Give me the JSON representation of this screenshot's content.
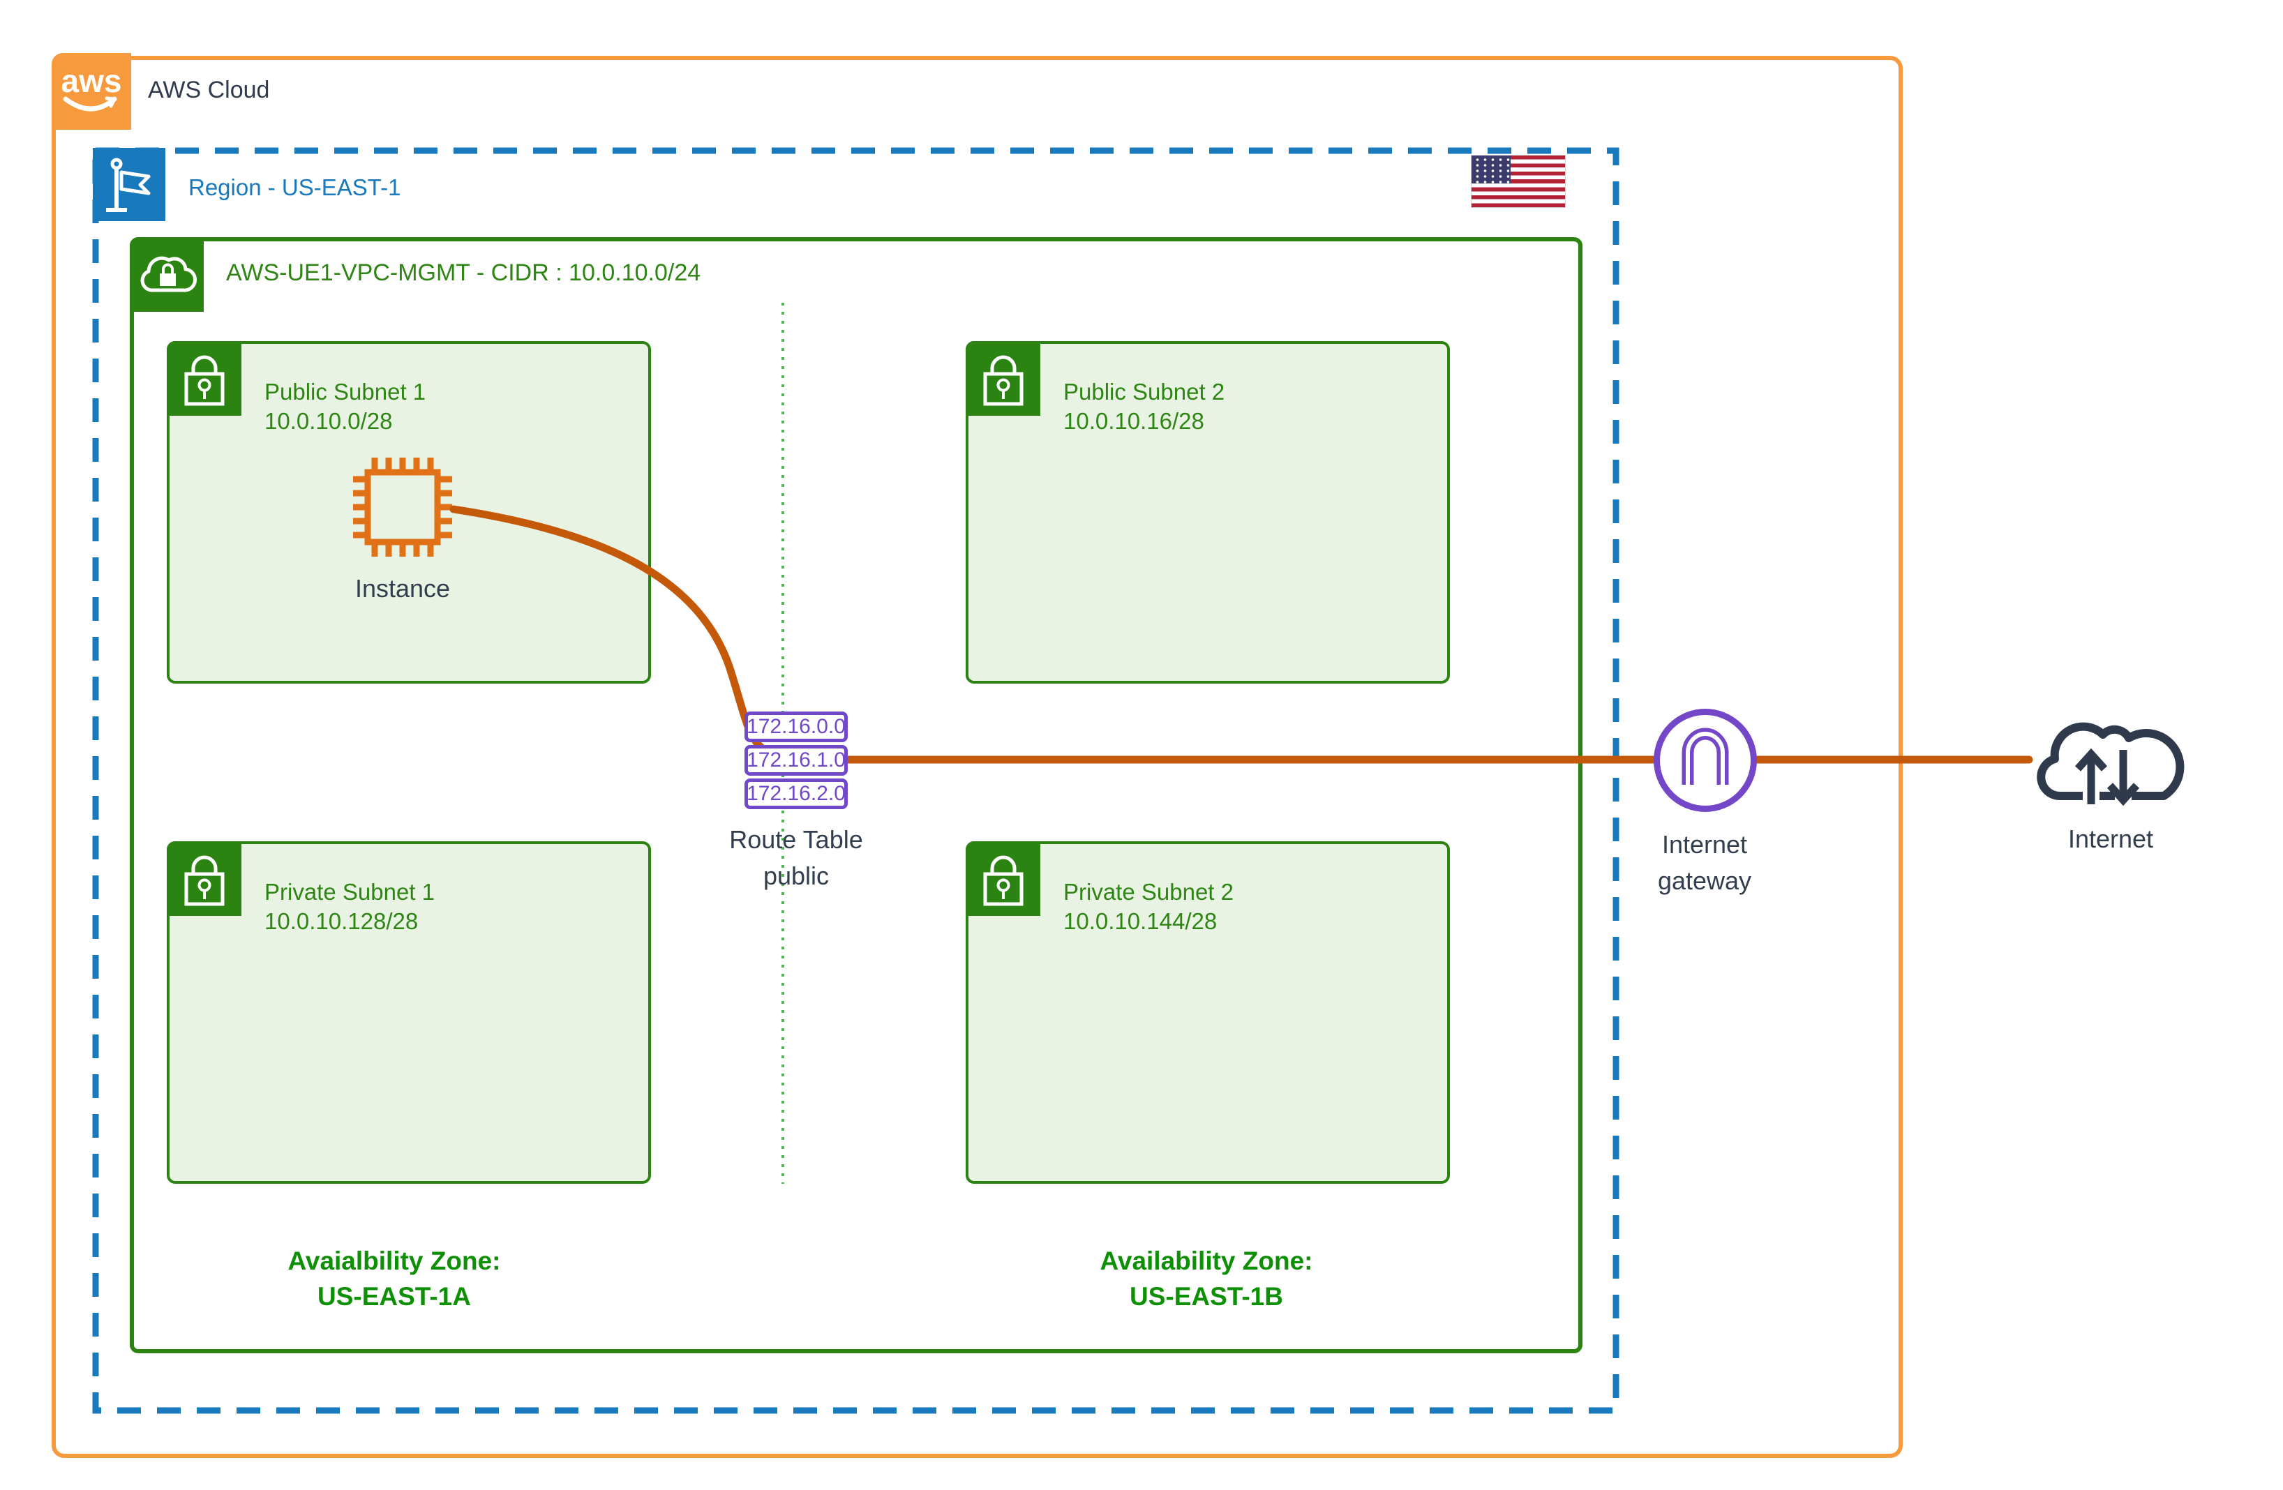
{
  "aws_cloud": {
    "label": "AWS Cloud",
    "logo_text": "aws"
  },
  "region": {
    "label": "Region - US-EAST-1"
  },
  "vpc": {
    "label": "AWS-UE1-VPC-MGMT - CIDR : 10.0.10.0/24"
  },
  "subnets": [
    {
      "name": "Public Subnet 1",
      "cidr": "10.0.10.0/28"
    },
    {
      "name": "Public Subnet 2",
      "cidr": "10.0.10.16/28"
    },
    {
      "name": "Private Subnet 1",
      "cidr": "10.0.10.128/28"
    },
    {
      "name": "Private Subnet 2",
      "cidr": "10.0.10.144/28"
    }
  ],
  "instance": {
    "label": "Instance"
  },
  "route_table": {
    "entries": [
      "172.16.0.0",
      "172.16.1.0",
      "172.16.2.0"
    ],
    "label_line1": "Route Table",
    "label_line2": "public"
  },
  "internet_gateway": {
    "label_line1": "Internet",
    "label_line2": "gateway"
  },
  "internet": {
    "label": "Internet"
  },
  "availability_zones": [
    {
      "line1": "Avaialbility Zone:",
      "line2": "US-EAST-1A"
    },
    {
      "line1": "Availability Zone:",
      "line2": "US-EAST-1B"
    }
  ],
  "colors": {
    "aws_orange": "#F79A3E",
    "connection_orange": "#C4590A",
    "region_blue": "#1879BC",
    "green": "#2B8411",
    "green_text": "#2E8514",
    "az_green": "#0E9006",
    "purple": "#7048C8",
    "dark_text": "#323E4E",
    "subnet_fill": "#E9F3E3"
  }
}
